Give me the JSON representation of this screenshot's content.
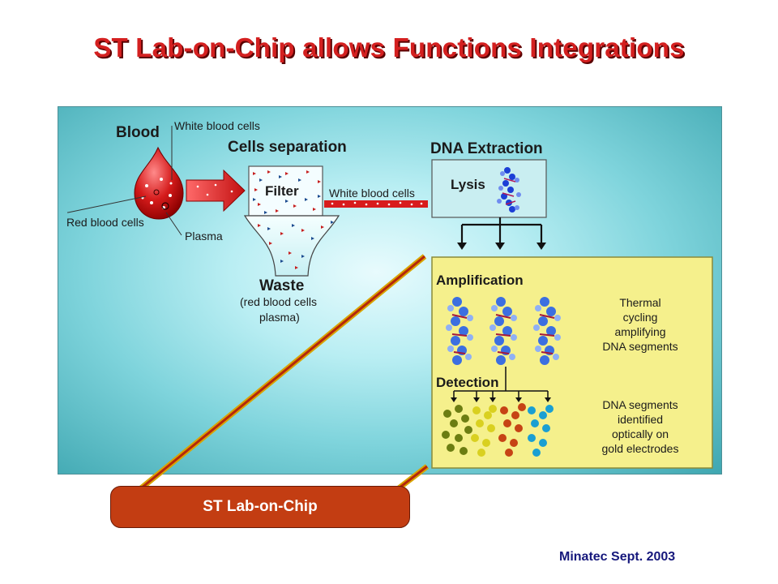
{
  "title": "ST Lab-on-Chip allows Functions Integrations",
  "diagram": {
    "blood": "Blood",
    "white_blood_cells": "White blood cells",
    "red_blood_cells": "Red blood cells",
    "plasma": "Plasma",
    "cells_separation": "Cells separation",
    "filter": "Filter",
    "white_blood_cells_flow": "White blood cells",
    "waste": "Waste",
    "waste_detail_1": "(red blood cells",
    "waste_detail_2": "plasma)",
    "dna_extraction": "DNA Extraction",
    "lysis": "Lysis",
    "amplification": "Amplification",
    "amplification_desc_1": "Thermal",
    "amplification_desc_2": "cycling",
    "amplification_desc_3": "amplifying",
    "amplification_desc_4": "DNA segments",
    "detection": "Detection",
    "detection_desc_1": "DNA segments",
    "detection_desc_2": "identified",
    "detection_desc_3": "optically on",
    "detection_desc_4": "gold electrodes"
  },
  "chip_label": "ST Lab-on-Chip",
  "footer": "Minatec Sept. 2003",
  "colors": {
    "title": "#d42020",
    "chip_pill": "#c33d12",
    "footer": "#16187c",
    "yellow_panel": "#f5f08c"
  }
}
